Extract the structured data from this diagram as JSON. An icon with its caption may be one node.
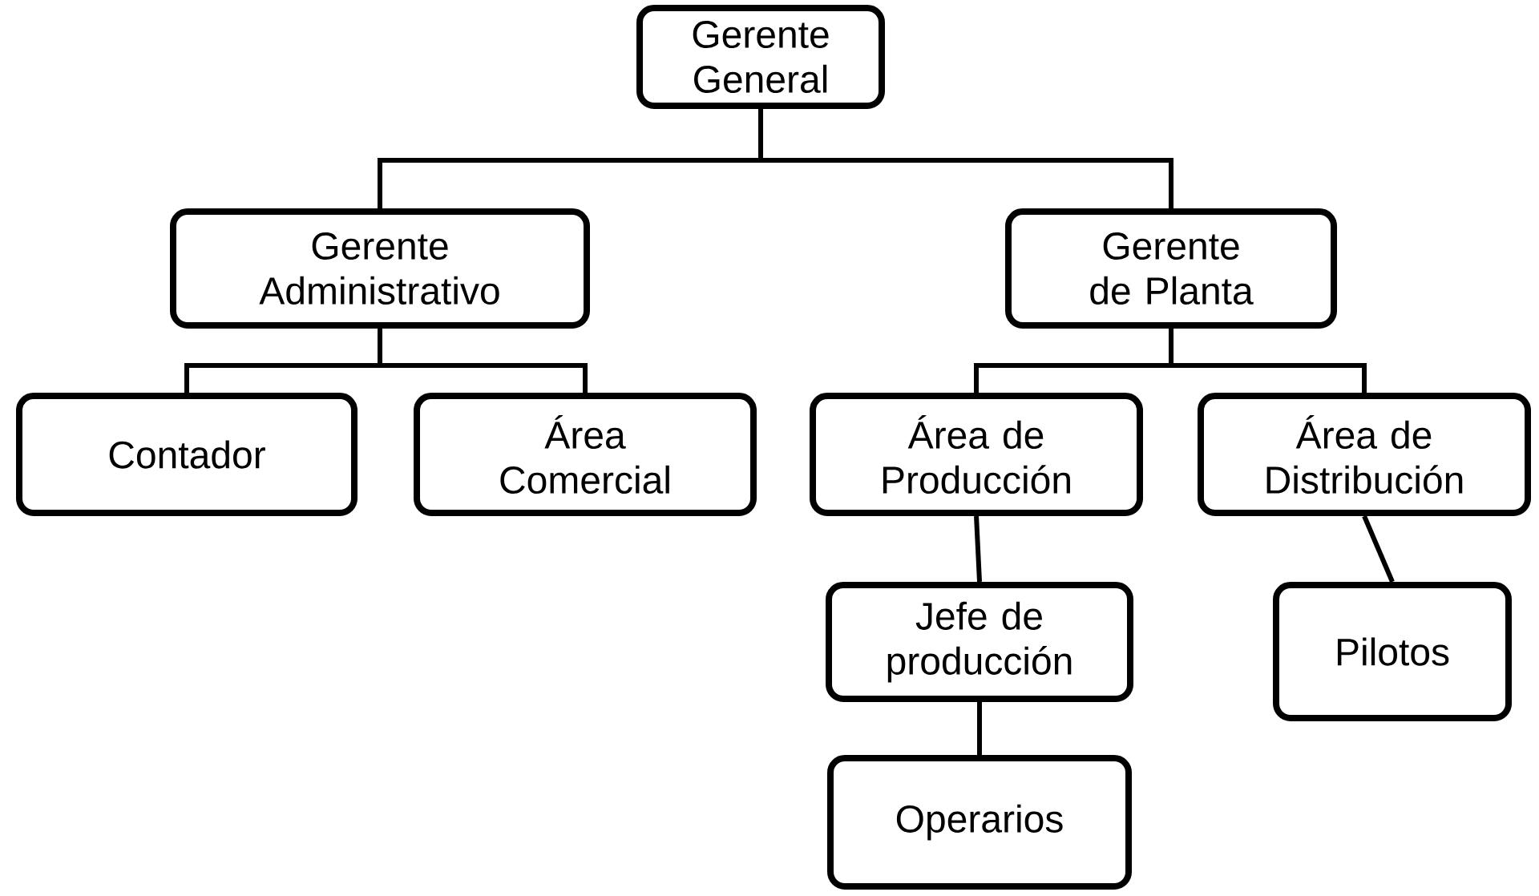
{
  "diagram": {
    "nodes": [
      {
        "text": [
          "Gerente General"
        ]
      },
      {
        "text": [
          "Gerente Administrativo"
        ]
      },
      {
        "text": [
          "Gerente de Planta"
        ]
      },
      {
        "text": [
          "Contador"
        ]
      },
      {
        "text": [
          "Área Comercial"
        ]
      },
      {
        "text": [
          "Área de Producción"
        ]
      },
      {
        "text": [
          "Área de Distribución"
        ]
      },
      {
        "text": [
          "Jefe de producción"
        ]
      },
      {
        "text": [
          "Pilotos"
        ]
      },
      {
        "text": [
          "Operarios"
        ]
      }
    ],
    "edges": [
      {
        "from": 0,
        "to": 1,
        "arrow": "none"
      },
      {
        "from": 0,
        "to": 2,
        "arrow": "none"
      },
      {
        "from": 1,
        "to": 3,
        "arrow": "none"
      },
      {
        "from": 1,
        "to": 4,
        "arrow": "none"
      },
      {
        "from": 2,
        "to": 5,
        "arrow": "none"
      },
      {
        "from": 2,
        "to": 6,
        "arrow": "none"
      },
      {
        "from": 5,
        "to": 7,
        "arrow": "none"
      },
      {
        "from": 6,
        "to": 8,
        "arrow": "none"
      },
      {
        "from": 7,
        "to": 9,
        "arrow": "none"
      }
    ]
  }
}
